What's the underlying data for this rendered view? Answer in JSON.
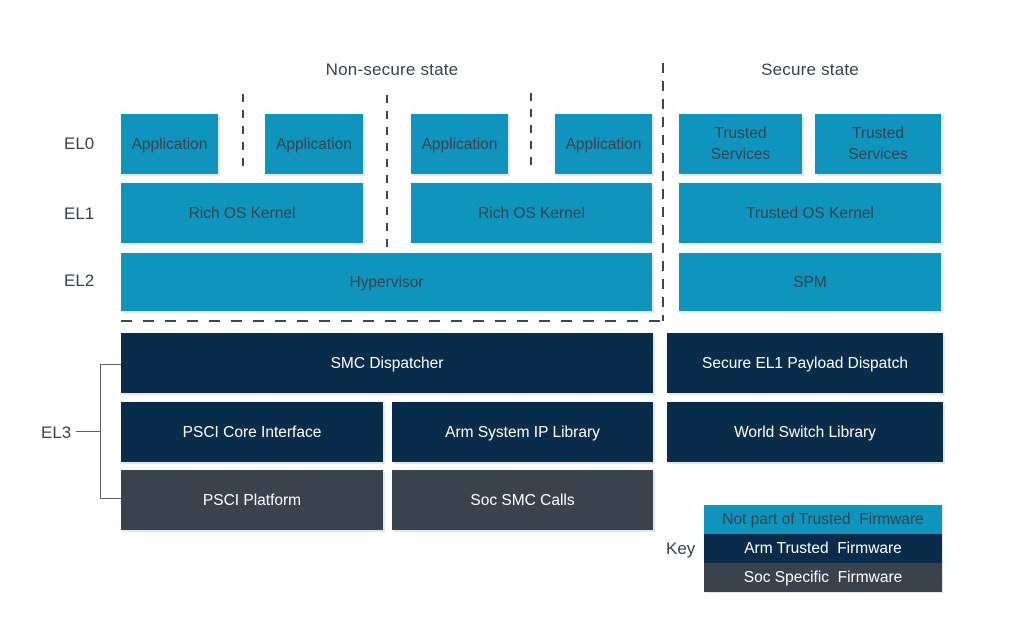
{
  "titles": {
    "non_secure": "Non-secure state",
    "secure": "Secure state"
  },
  "exception_levels": {
    "el0": "EL0",
    "el1": "EL1",
    "el2": "EL2",
    "el3": "EL3"
  },
  "non_secure": {
    "applications": [
      "Application",
      "Application",
      "Application",
      "Application"
    ],
    "kernels": [
      "Rich OS Kernel",
      "Rich OS Kernel"
    ],
    "hypervisor": "Hypervisor"
  },
  "secure": {
    "trusted_services": [
      "Trusted Services",
      "Trusted Services"
    ],
    "trusted_os_kernel": "Trusted OS Kernel",
    "spm": "SPM"
  },
  "el3_components": {
    "smc_dispatcher": "SMC Dispatcher",
    "psci_core_interface": "PSCI Core Interface",
    "arm_system_ip_library": "Arm System IP Library",
    "psci_platform": "PSCI Platform",
    "soc_smc_calls": "Soc SMC Calls",
    "secure_el1_payload_dispatch": "Secure EL1 Payload Dispatch",
    "world_switch_library": "World Switch Library"
  },
  "key": {
    "label": "Key",
    "items": [
      {
        "label": "Not part of Trusted  Firmware",
        "color_name": "blue",
        "color": "#0E94BD"
      },
      {
        "label": "Arm Trusted  Firmware",
        "color_name": "navy",
        "color": "#092C4B"
      },
      {
        "label": "Soc Specific  Firmware",
        "color_name": "gray",
        "color": "#3A434D"
      }
    ]
  },
  "colors": {
    "blue": "#0E94BD",
    "navy": "#092C4B",
    "gray": "#3A434D",
    "text_dark": "#36424C",
    "text_light": "#FFFFFF",
    "dash": "#3E474F",
    "line": "#5A636B",
    "background": "#FFFFFF"
  }
}
